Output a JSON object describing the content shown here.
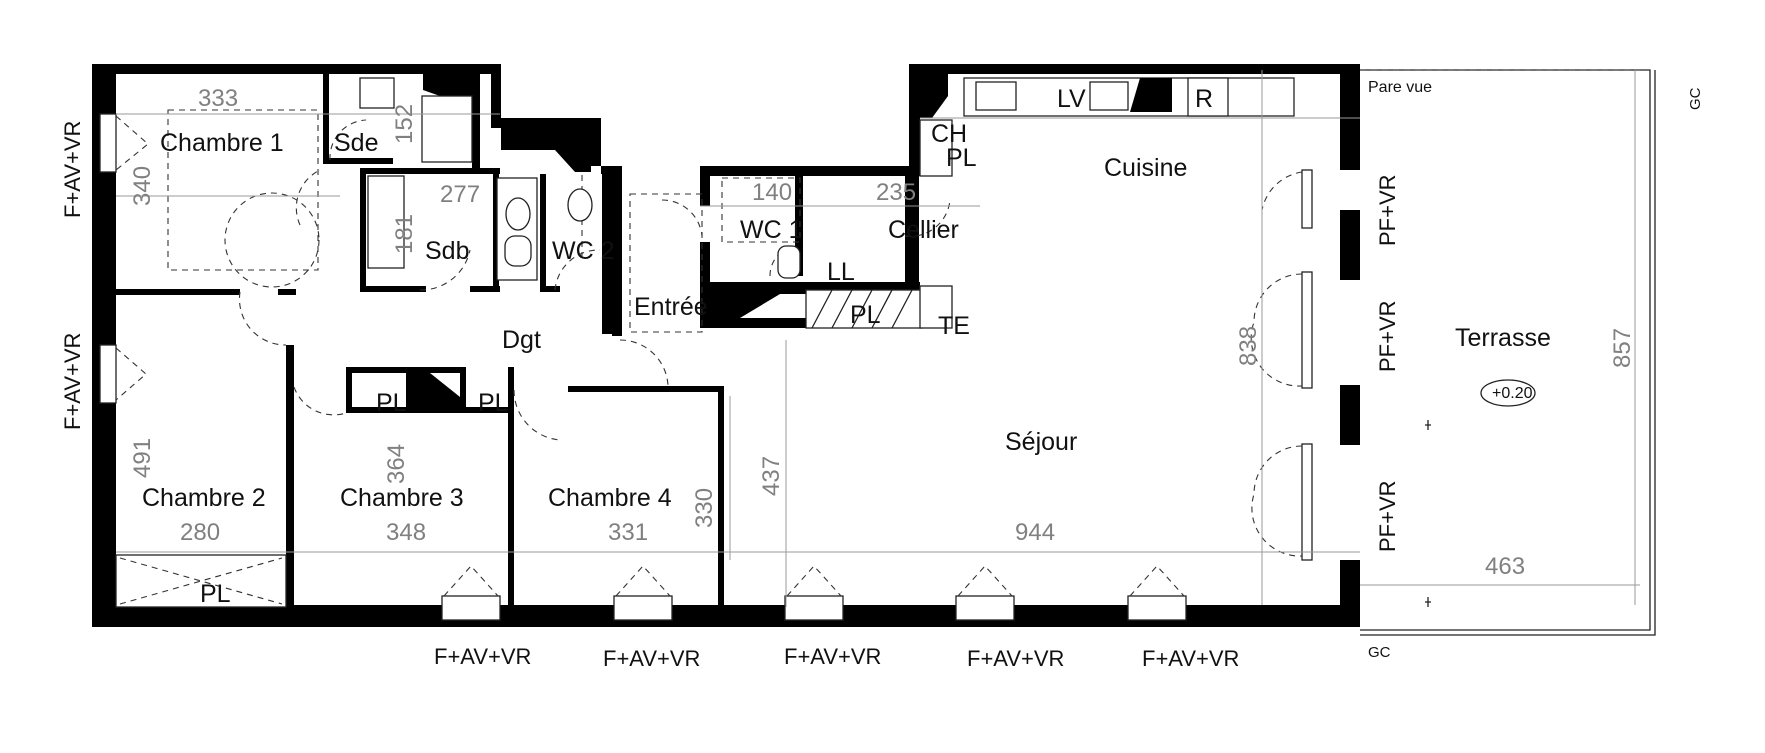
{
  "rooms": {
    "chambre1": "Chambre 1",
    "chambre2": "Chambre 2",
    "chambre3": "Chambre 3",
    "chambre4": "Chambre 4",
    "sde": "Sde",
    "sdb": "Sdb",
    "wc2": "WC 2",
    "wc1": "WC 1",
    "entree": "Entrée",
    "dgt": "Dgt",
    "cellier": "Cellier",
    "cuisine": "Cuisine",
    "sejour": "Séjour",
    "terrasse": "Terrasse"
  },
  "fixtures": {
    "lv": "LV",
    "r": "R",
    "ch": "CH",
    "pl": "PL",
    "ll": "LL",
    "te": "TE",
    "pare_vue": "Pare vue",
    "gc": "GC",
    "level": "+0.20"
  },
  "dimensions": {
    "d333": "333",
    "d340": "340",
    "d152": "152",
    "d277": "277",
    "d181": "181",
    "d140": "140",
    "d235": "235",
    "d491": "491",
    "d364": "364",
    "d437": "437",
    "d330": "330",
    "d838": "838",
    "d857": "857",
    "d280": "280",
    "d348": "348",
    "d331": "331",
    "d944": "944",
    "d463": "463"
  },
  "openings": {
    "window": "F+AV+VR",
    "french_window": "PF+VR"
  }
}
